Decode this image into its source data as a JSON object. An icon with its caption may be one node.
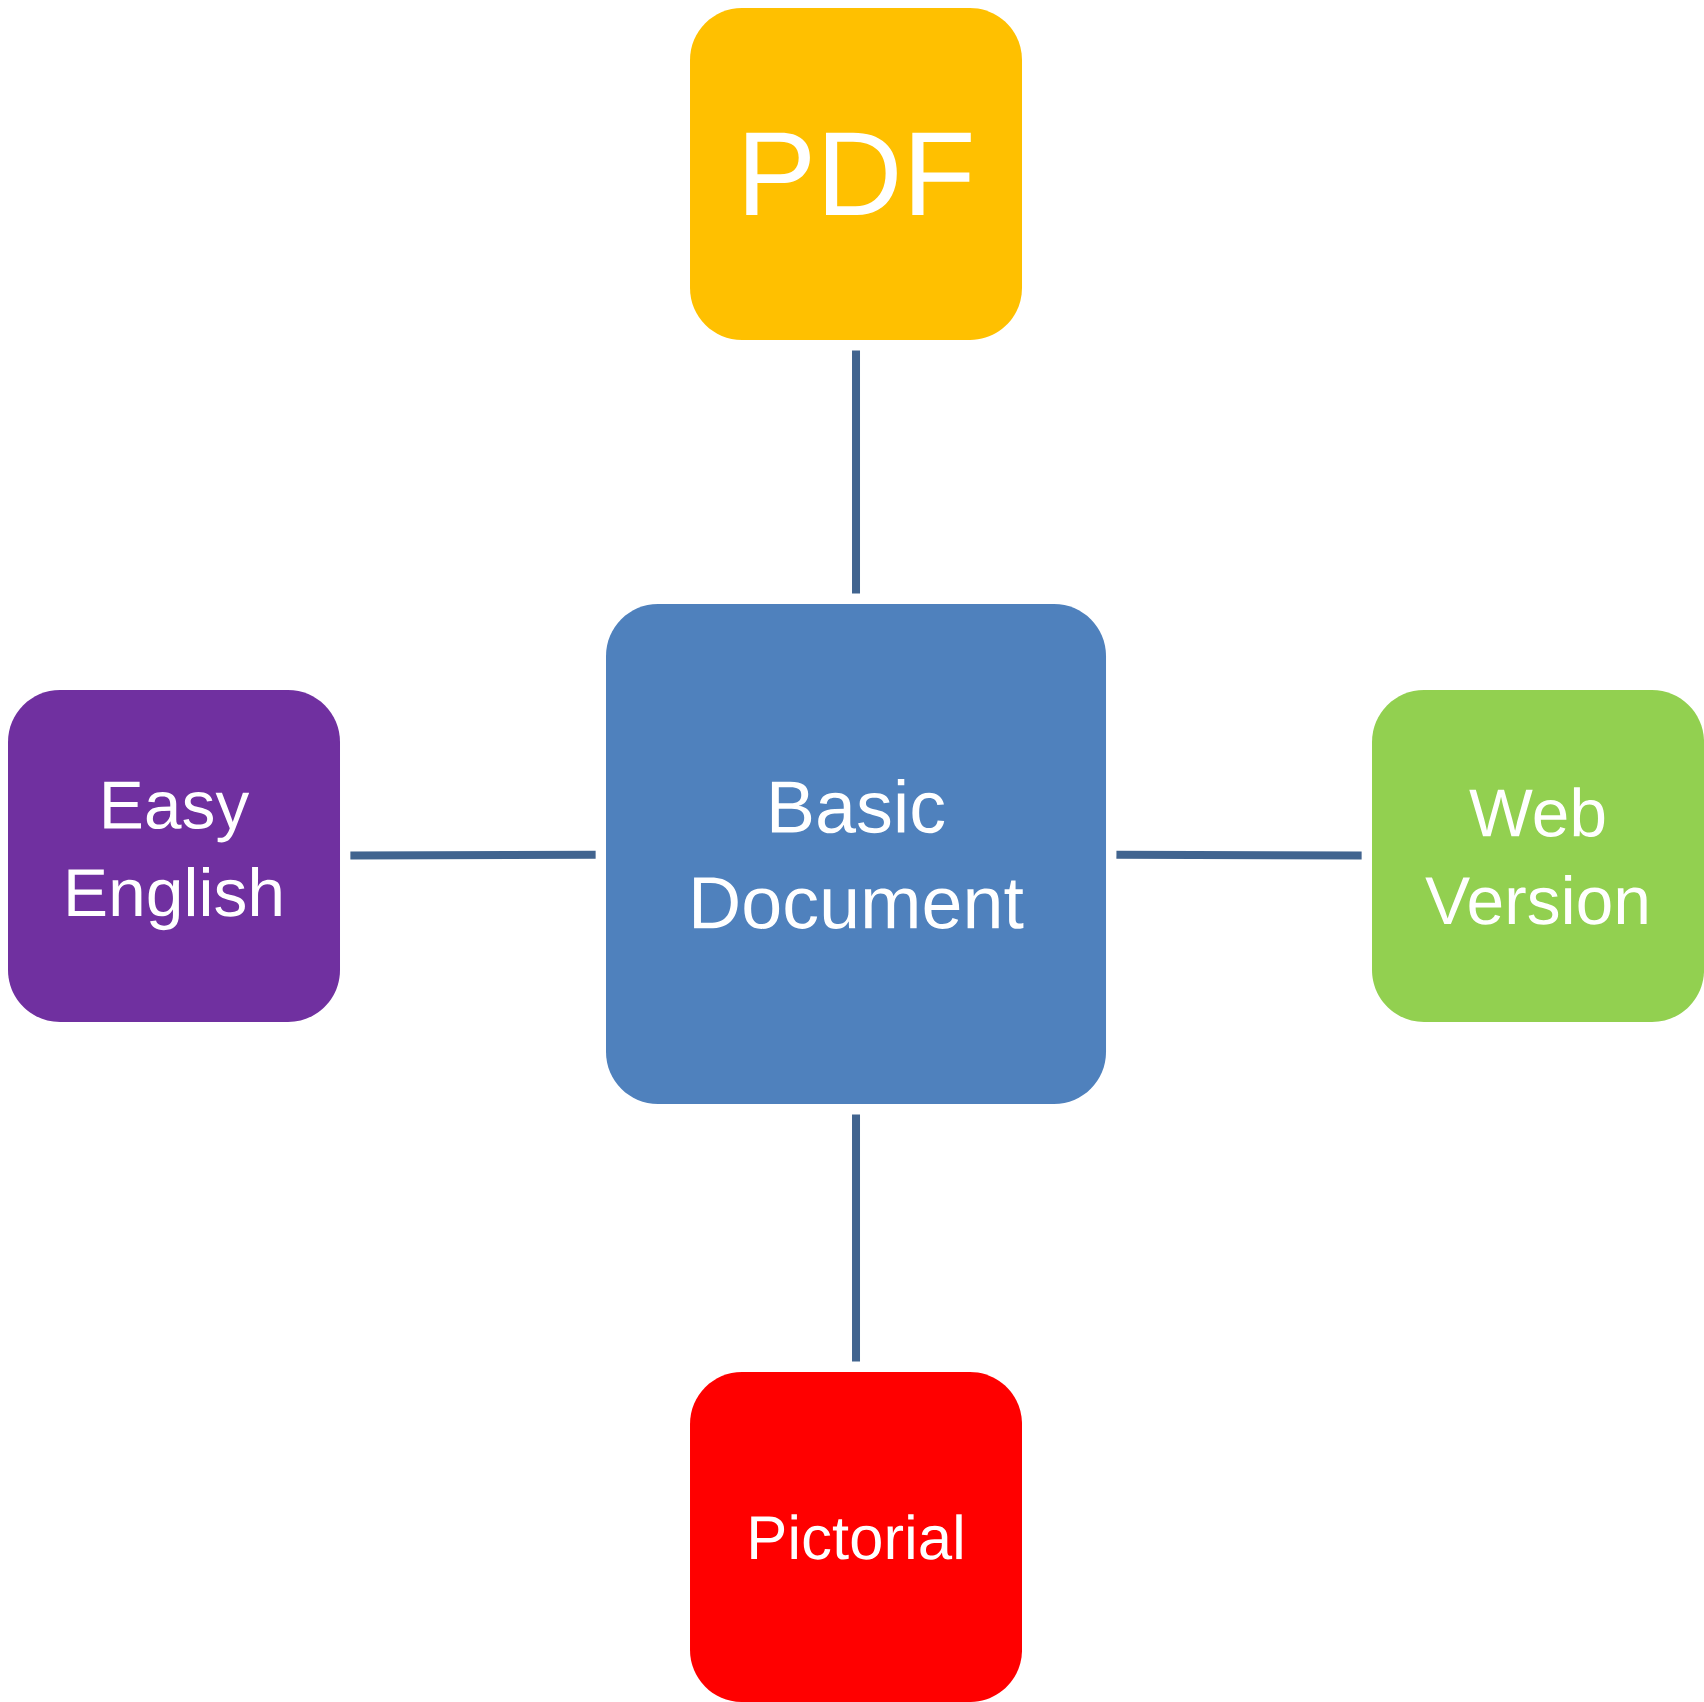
{
  "diagram": {
    "nodes": [
      {
        "text": [
          "PDF"
        ]
      },
      {
        "text": [
          "Easy English"
        ]
      },
      {
        "text": [
          "Basic Document"
        ]
      },
      {
        "text": [
          "Web Version"
        ]
      },
      {
        "text": [
          "Pictorial"
        ]
      }
    ],
    "edges": [
      {
        "from": 2,
        "to": 0,
        "arrow": "none"
      },
      {
        "from": 2,
        "to": 1,
        "arrow": "none"
      },
      {
        "from": 2,
        "to": 3,
        "arrow": "none"
      },
      {
        "from": 2,
        "to": 4,
        "arrow": "none"
      }
    ]
  }
}
